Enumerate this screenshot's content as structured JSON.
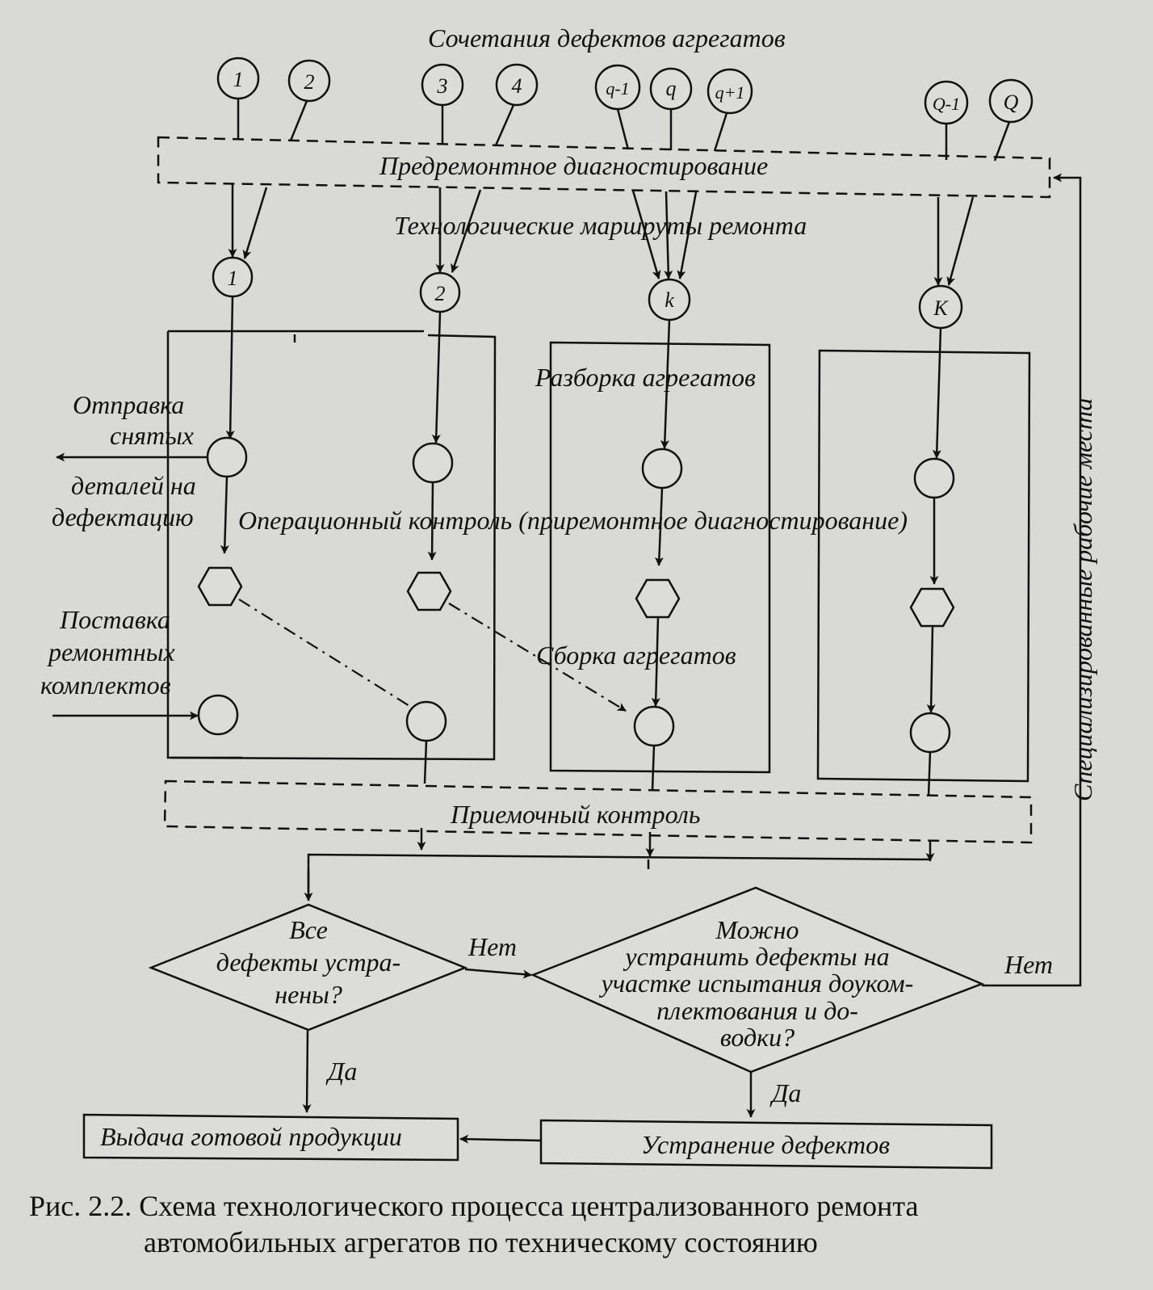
{
  "title_top": "Сочетания дефектов агрегатов",
  "defect_circles": [
    "1",
    "2",
    "3",
    "4",
    "q-1",
    "q",
    "q+1",
    "Q-1",
    "Q"
  ],
  "pre_repair": "Предремонтное диагностирование",
  "routes": "Технологические маршруты ремонта",
  "route_circles": [
    "1",
    "2",
    "k",
    "K"
  ],
  "disassembly": "Разборка агрегатов",
  "send_parts": [
    "Отправка",
    "снятых",
    "деталей на",
    "дефектацию"
  ],
  "op_control": "Операционный контроль (приремонтное диагностирование)",
  "supply": [
    "Поставка",
    "ремонтных",
    "комплектов"
  ],
  "assembly": "Сборка агрегатов",
  "special": "Специализированные рабочие места",
  "acceptance": "Приемочный контроль",
  "decision1": [
    "Все",
    "дефекты устра-",
    "нены?"
  ],
  "decision2": [
    "Можно",
    "устранить дефекты на",
    "участке испытания доуком-",
    "плектования и до-",
    "водки?"
  ],
  "no": "Нет",
  "yes": "Да",
  "output": "Выдача готовой продукции",
  "fix": "Устранение дефектов",
  "caption": [
    "Рис. 2.2. Схема технологического процесса централизованного ремонта",
    "автомобильных агрегатов по техническому состоянию"
  ]
}
